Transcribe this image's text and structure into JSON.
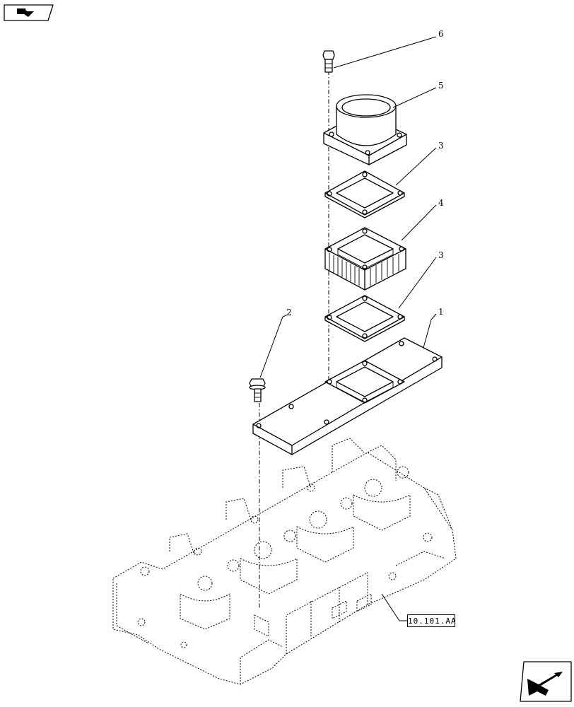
{
  "navigation": {
    "top_icon": "flag-arrow-icon",
    "bottom_icon": "exit-arrow-icon"
  },
  "callouts": {
    "c1": "1",
    "c2": "2",
    "c3a": "3",
    "c3b": "3",
    "c4": "4",
    "c5": "5",
    "c6": "6"
  },
  "reference": {
    "label": "10.101.AA"
  }
}
